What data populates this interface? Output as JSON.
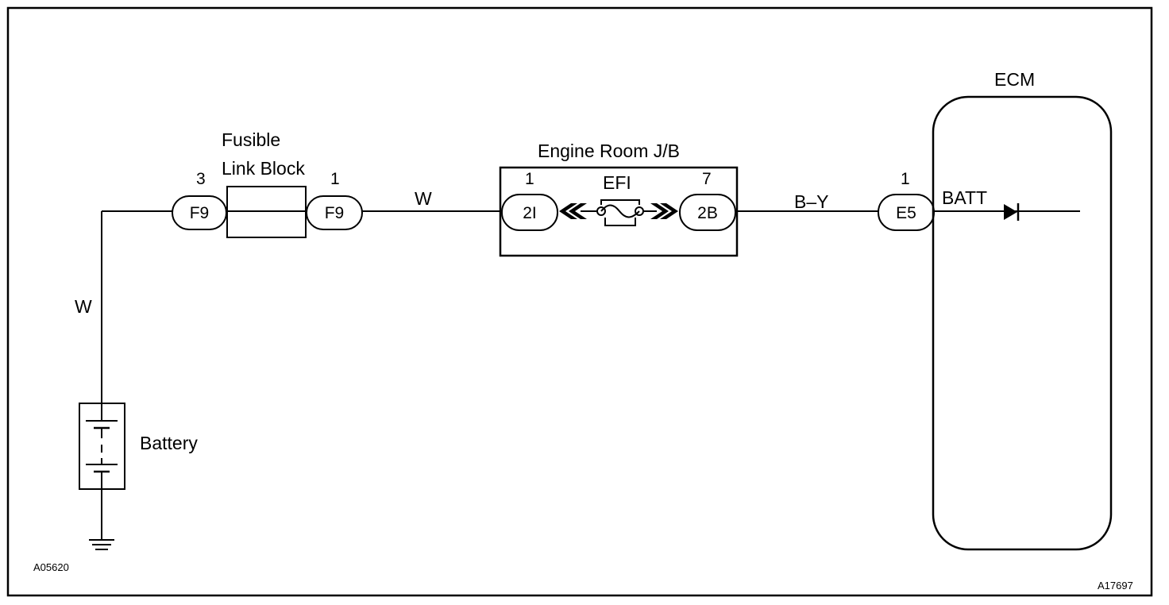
{
  "labels": {
    "fusible_link_block_line1": "Fusible",
    "fusible_link_block_line2": "Link Block",
    "engine_room_jb": "Engine Room J/B",
    "ecm": "ECM",
    "battery": "Battery",
    "efi_fuse": "EFI",
    "batt_terminal": "BATT",
    "figure_code_left": "A05620",
    "figure_code_right": "A17697"
  },
  "wires": {
    "vertical_battery_wire": "W",
    "fusible_to_jb_wire": "W",
    "jb_to_ecm_wire": "B–Y"
  },
  "connectors": {
    "fusible_in": {
      "code": "F9",
      "pin": "3"
    },
    "fusible_out": {
      "code": "F9",
      "pin": "1"
    },
    "jb_in": {
      "code": "2I",
      "pin": "1"
    },
    "jb_out": {
      "code": "2B",
      "pin": "7"
    },
    "ecm_in": {
      "code": "E5",
      "pin": "1"
    }
  }
}
